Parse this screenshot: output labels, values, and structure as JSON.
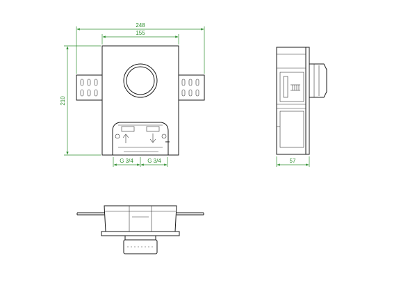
{
  "colors": {
    "line": "#1a1a1a",
    "dimension": "#2f8f2f",
    "background": "#ffffff"
  },
  "dimensions": {
    "overall_width": "248",
    "plate_width": "155",
    "height": "210",
    "depth": "57",
    "thread_left": "G 3/4",
    "thread_right": "G 3/4"
  }
}
